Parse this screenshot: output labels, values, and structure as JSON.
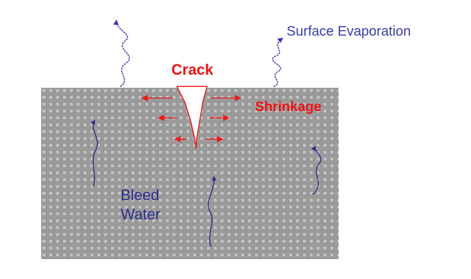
{
  "labels": {
    "crack": "Crack",
    "shrinkage": "Shrinkage",
    "surface_evaporation": "Surface Evaporation",
    "bleed_water_line1": "Bleed",
    "bleed_water_line2": "Water"
  },
  "colors": {
    "background": "#ffffff",
    "concrete": "#9a9a9a",
    "concrete_speckle": "#c4c4c4",
    "crack_fill": "#ffffff",
    "crack_outline": "#e81c1c",
    "shrinkage_arrows": "#e81c1c",
    "label_red": "#ee1111",
    "evaporation_arrows": "#3a3ab8",
    "bleed_arrows": "#2c2c8c",
    "label_blue": "#3c3caa",
    "label_bleed": "#2c2c8c"
  }
}
